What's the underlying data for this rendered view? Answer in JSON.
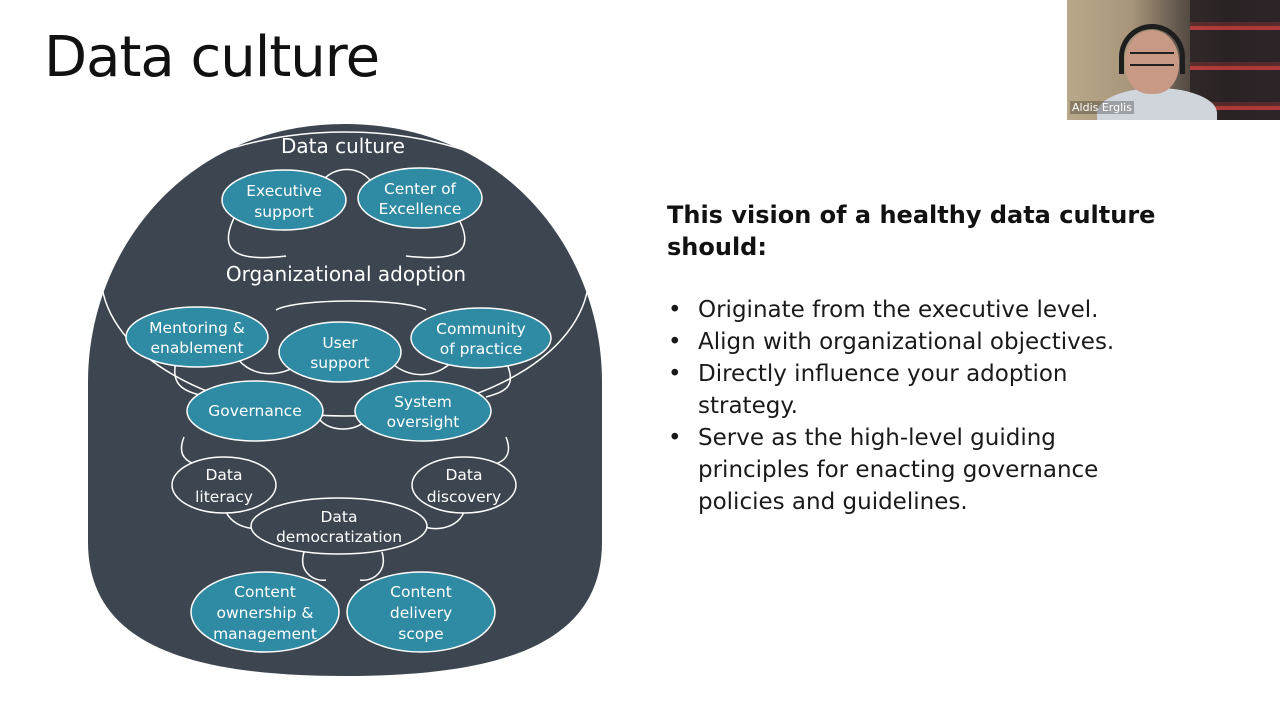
{
  "slide": {
    "title": "Data culture"
  },
  "diagram": {
    "colors": {
      "background": "#3d4650",
      "node_fill": "#2f8aa3",
      "outline": "#ffffff"
    },
    "sections": {
      "culture": "Data culture",
      "adoption": "Organizational adoption"
    },
    "nodes": {
      "executive_support": [
        "Executive",
        "support"
      ],
      "center_of_excellence": [
        "Center of",
        "Excellence"
      ],
      "mentoring": [
        "Mentoring &",
        "enablement"
      ],
      "user_support": [
        "User",
        "support"
      ],
      "community": [
        "Community",
        "of practice"
      ],
      "governance": [
        "Governance"
      ],
      "system_oversight": [
        "System",
        "oversight"
      ],
      "data_literacy": [
        "Data",
        "literacy"
      ],
      "data_discovery": [
        "Data",
        "discovery"
      ],
      "data_democratization": [
        "Data",
        "democratization"
      ],
      "content_ownership": [
        "Content",
        "ownership &",
        "management"
      ],
      "content_delivery": [
        "Content",
        "delivery",
        "scope"
      ]
    }
  },
  "content": {
    "heading": "This vision of a healthy data culture should:",
    "bullets": [
      "Originate from the executive level.",
      "Align with organizational objectives.",
      "Directly influence your adoption strategy.",
      "Serve as the high-level guiding principles for enacting governance policies and guidelines."
    ],
    "bullet_glyph": "•"
  },
  "video": {
    "participant_name": "Aldis Erglis"
  }
}
